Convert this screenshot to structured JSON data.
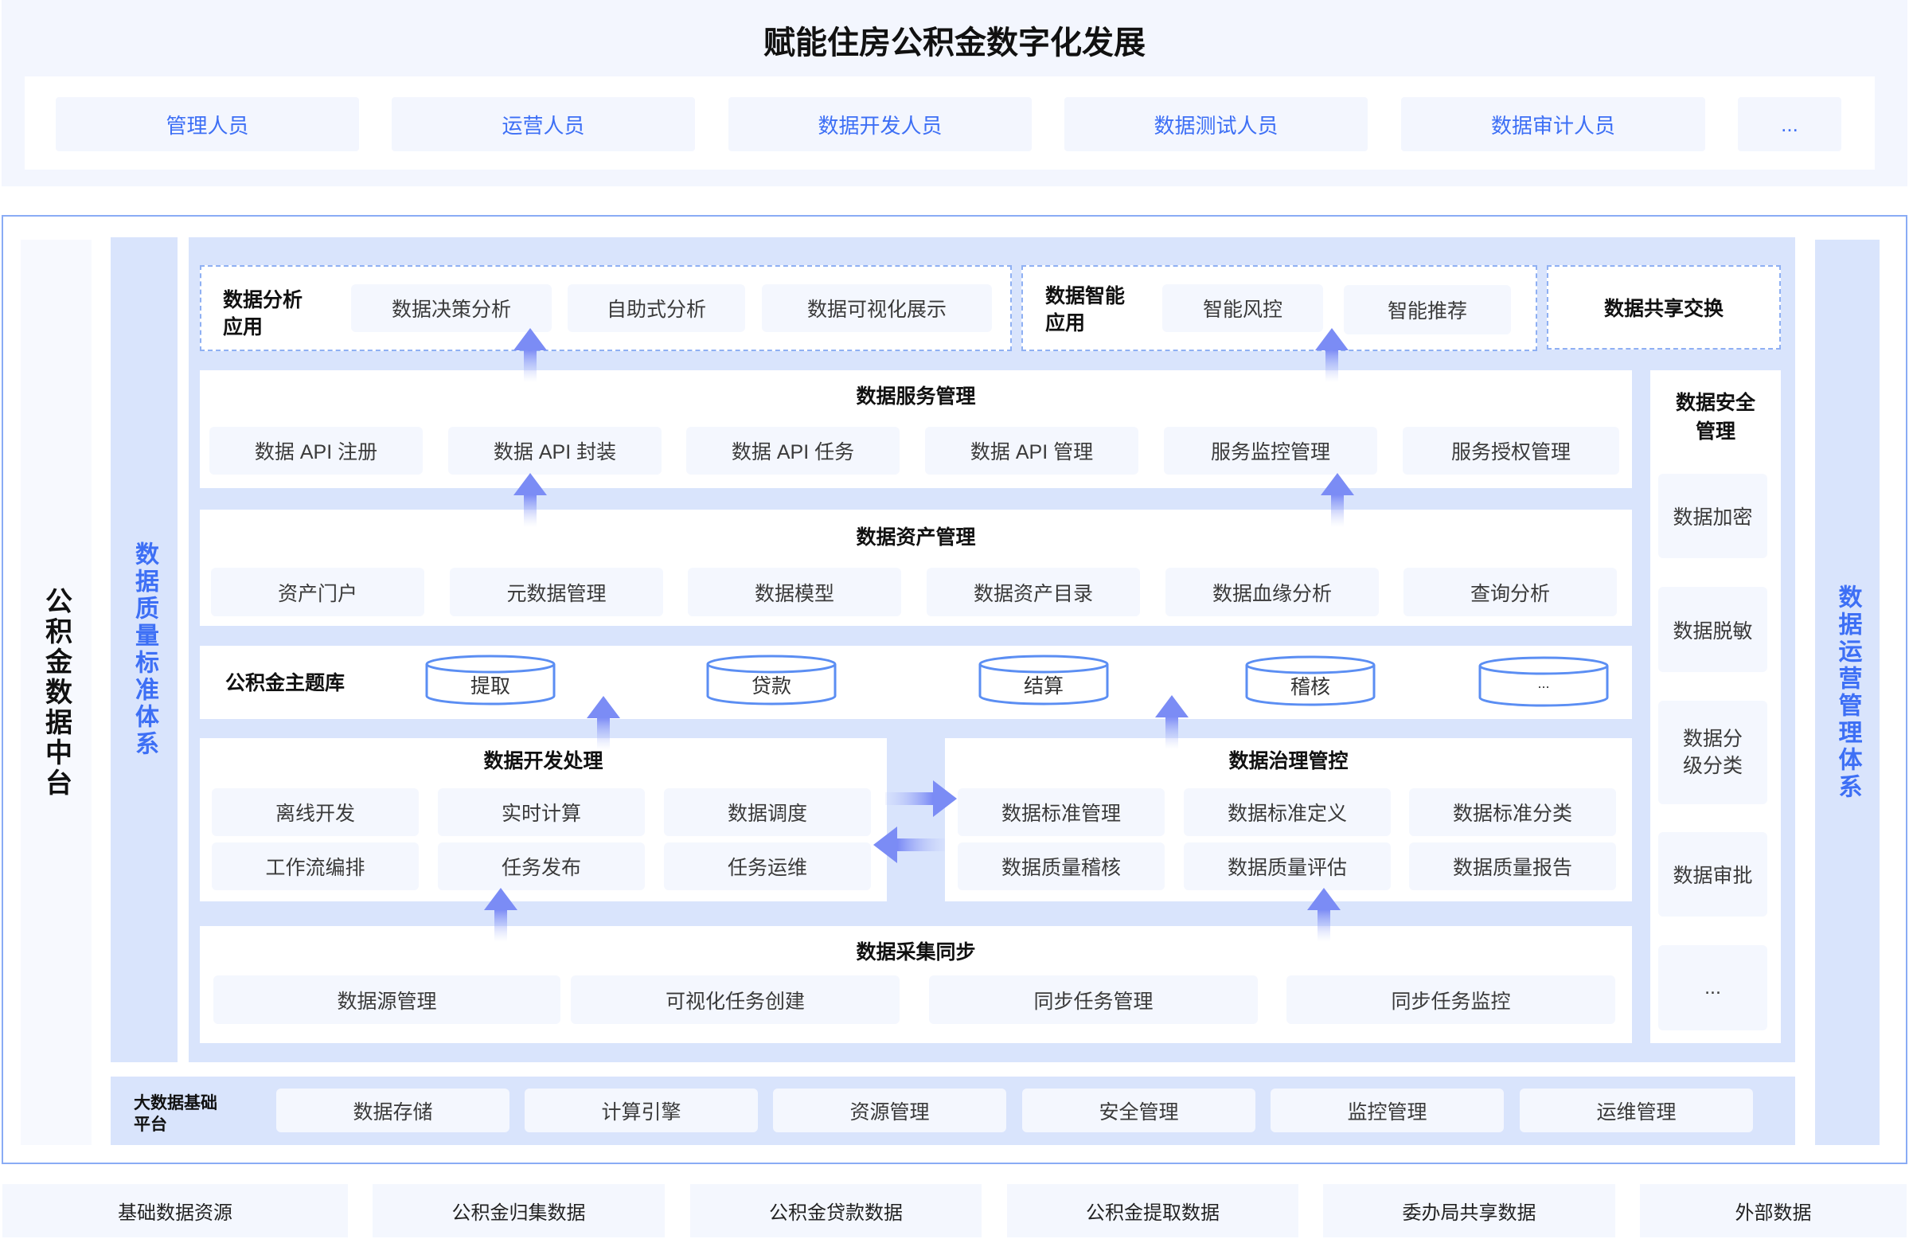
{
  "title": "赋能住房公积金数字化发展",
  "roles": [
    "管理人员",
    "运营人员",
    "数据开发人员",
    "数据测试人员",
    "数据审计人员",
    "..."
  ],
  "platform": "公积金数据中台",
  "left_system": "数据质量标准体系",
  "right_system": "数据运营管理体系",
  "apps": {
    "analysis": {
      "title": "数据分析应用",
      "items": [
        "数据决策分析",
        "自助式分析",
        "数据可视化展示"
      ]
    },
    "smart": {
      "title": "数据智能应用",
      "items": [
        "智能风控",
        "智能推荐"
      ]
    },
    "share": "数据共享交换"
  },
  "service": {
    "title": "数据服务管理",
    "items": [
      "数据 API 注册",
      "数据 API 封装",
      "数据 API 任务",
      "数据 API 管理",
      "服务监控管理",
      "服务授权管理"
    ]
  },
  "asset": {
    "title": "数据资产管理",
    "items": [
      "资产门户",
      "元数据管理",
      "数据模型",
      "数据资产目录",
      "数据血缘分析",
      "查询分析"
    ]
  },
  "theme": {
    "title": "公积金主题库",
    "items": [
      "提取",
      "贷款",
      "结算",
      "稽核",
      "..."
    ]
  },
  "dev": {
    "title": "数据开发处理",
    "items": [
      "离线开发",
      "实时计算",
      "数据调度",
      "工作流编排",
      "任务发布",
      "任务运维"
    ]
  },
  "gov": {
    "title": "数据治理管控",
    "items": [
      "数据标准管理",
      "数据标准定义",
      "数据标准分类",
      "数据质量稽核",
      "数据质量评估",
      "数据质量报告"
    ]
  },
  "collect": {
    "title": "数据采集同步",
    "items": [
      "数据源管理",
      "可视化任务创建",
      "同步任务管理",
      "同步任务监控"
    ]
  },
  "security": {
    "title": "数据安全管理",
    "items": [
      "数据加密",
      "数据脱敏",
      "数据分级分类",
      "数据审批",
      "..."
    ]
  },
  "infra": {
    "title": "大数据基础平台",
    "items": [
      "数据存储",
      "计算引擎",
      "资源管理",
      "安全管理",
      "监控管理",
      "运维管理"
    ]
  },
  "sources": [
    "基础数据资源",
    "公积金归集数据",
    "公积金贷款数据",
    "公积金提取数据",
    "委办局共享数据",
    "外部数据"
  ],
  "colors": {
    "accent": "#3d6ff5",
    "band": "#d9e4fc",
    "box": "#f4f7fe",
    "arrow": "#7b8cf5"
  }
}
